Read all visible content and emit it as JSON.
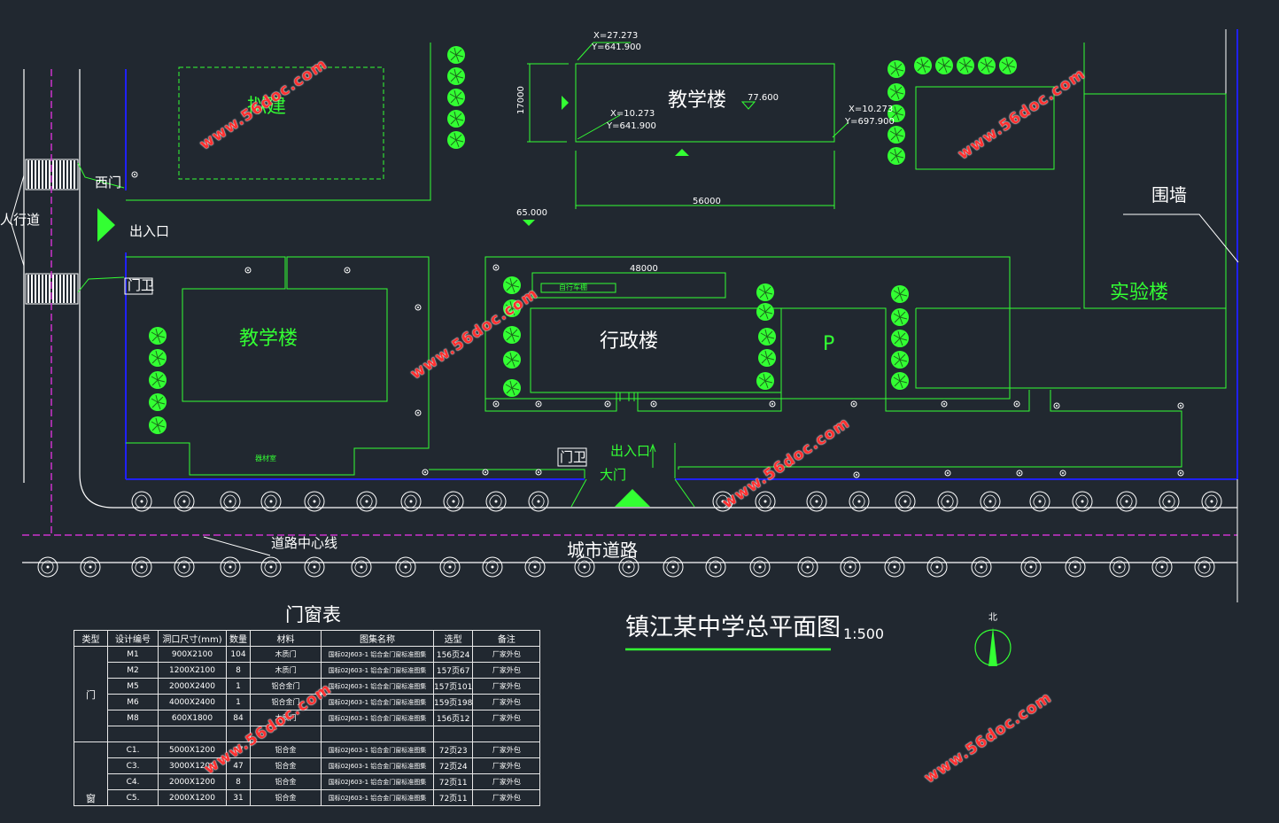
{
  "buildings": {
    "planned": "拟建",
    "teaching_top": "教学楼",
    "teaching_left": "教学楼",
    "admin": "行政楼",
    "lab": "实验楼",
    "equipment": "器材室",
    "bicycle_shed": "自行车棚",
    "parking": "P"
  },
  "labels": {
    "west_gate": "西门",
    "crosswalk": "人行道",
    "entrance_left": "出入口",
    "guard_left": "门卫",
    "guard_bottom": "门卫",
    "entrance_bottom": "出入口",
    "main_gate": "大门",
    "fence": "围墙",
    "road_center": "道路中心线",
    "city_road": "城市道路",
    "north": "北"
  },
  "dimensions": {
    "coord_top": "X=27.273",
    "coord_top_y": "Y=641.900",
    "coord_left_x": "X=10.273",
    "coord_left_y": "Y=641.900",
    "coord_right_x": "X=10.273",
    "coord_right_y": "Y=697.900",
    "elev_building": "77.600",
    "elev_ground": "65.000",
    "width_56000": "56000",
    "height_17000": "17000",
    "width_48000": "48000"
  },
  "title": {
    "main": "镇江某中学总平面图",
    "scale": "1:500"
  },
  "table": {
    "title": "门窗表",
    "headers": [
      "类型",
      "设计编号",
      "洞口尺寸(mm)",
      "数量",
      "材料",
      "图集名称",
      "选型",
      "备注"
    ],
    "group_door": "门",
    "group_window": "窗",
    "rows": [
      [
        "M1",
        "900X2100",
        "104",
        "木质门",
        "国标02J603-1 铝合金门窗标准图集",
        "156页24",
        "厂家外包"
      ],
      [
        "M2",
        "1200X2100",
        "8",
        "木质门",
        "国标02J603-1 铝合金门窗标准图集",
        "157页67",
        "厂家外包"
      ],
      [
        "M5",
        "2000X2400",
        "1",
        "铝合金门",
        "国标02J603-1 铝合金门窗标准图集",
        "157页101",
        "厂家外包"
      ],
      [
        "M6",
        "4000X2400",
        "1",
        "铝合金门",
        "国标02J603-1 铝合金门窗标准图集",
        "159页198",
        "厂家外包"
      ],
      [
        "M8",
        "600X1800",
        "84",
        "木质门",
        "国标02J603-1 铝合金门窗标准图集",
        "156页12",
        "厂家外包"
      ],
      [
        "",
        "",
        "",
        "",
        "",
        "",
        ""
      ],
      [
        "C1.",
        "5000X1200",
        "47",
        "铝合金",
        "国标02J603-1 铝合金门窗标准图集",
        "72页23",
        "厂家外包"
      ],
      [
        "C3.",
        "3000X1200",
        "47",
        "铝合金",
        "国标02J603-1 铝合金门窗标准图集",
        "72页24",
        "厂家外包"
      ],
      [
        "C4.",
        "2000X1200",
        "8",
        "铝合金",
        "国标02J603-1 铝合金门窗标准图集",
        "72页11",
        "厂家外包"
      ],
      [
        "C5.",
        "2000X1200",
        "31",
        "铝合金",
        "国标02J603-1 铝合金门窗标准图集",
        "72页11",
        "厂家外包"
      ]
    ]
  },
  "watermark": "www.56doc.com",
  "colors": {
    "background": "#212830",
    "building_lines": "#33ff33",
    "site_boundary": "#1a1aff",
    "road_lines": "#ffffff",
    "center_line": "#cc33cc",
    "watermark": "#ff3030"
  }
}
